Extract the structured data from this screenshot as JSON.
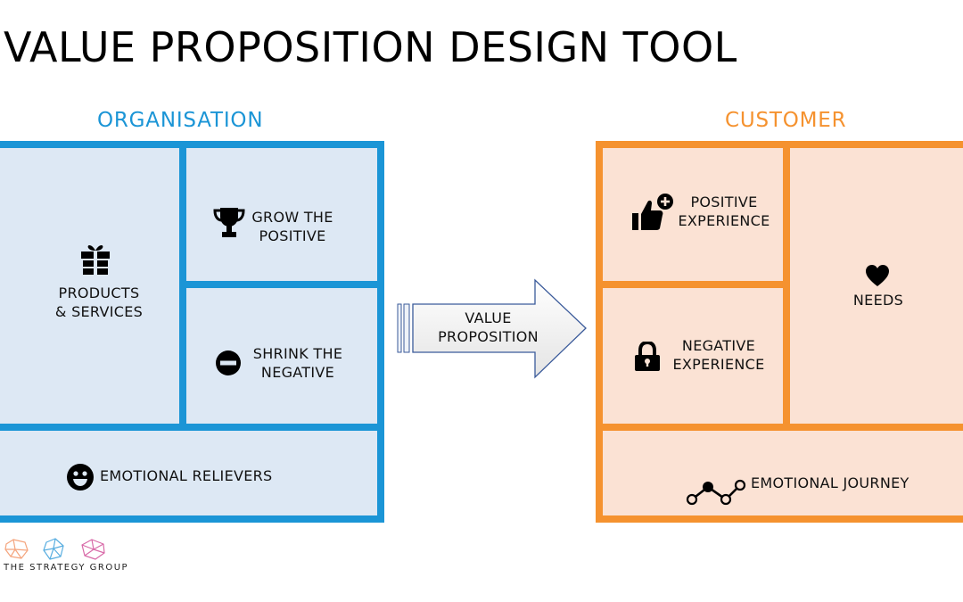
{
  "title": "VALUE PROPOSITION DESIGN TOOL",
  "organisation": {
    "heading": "ORGANISATION",
    "color": "#1b95d6",
    "fill": "#dde8f4",
    "products": {
      "line1": "PRODUCTS",
      "line2": "& SERVICES",
      "icon": "gift-icon"
    },
    "grow": {
      "line1": "GROW THE",
      "line2": "POSITIVE",
      "icon": "trophy-icon"
    },
    "shrink": {
      "line1": "SHRINK THE",
      "line2": "NEGATIVE",
      "icon": "minus-circle-icon"
    },
    "relievers": {
      "text": "EMOTIONAL RELIEVERS",
      "icon": "smiley-icon"
    }
  },
  "arrow": {
    "line1": "VALUE",
    "line2": "PROPOSITION"
  },
  "customer": {
    "heading": "CUSTOMER",
    "color": "#f5922f",
    "fill": "#fbe2d4",
    "positive": {
      "line1": "POSITIVE",
      "line2": "EXPERIENCE",
      "icon": "thumbs-up-plus-icon"
    },
    "negative": {
      "line1": "NEGATIVE",
      "line2": "EXPERIENCE",
      "icon": "padlock-icon"
    },
    "needs": {
      "text": "NEEDS",
      "icon": "heart-icon"
    },
    "journey": {
      "text": "EMOTIONAL JOURNEY",
      "icon": "journey-line-icon"
    }
  },
  "logo": {
    "text": "THE STRATEGY GROUP"
  }
}
